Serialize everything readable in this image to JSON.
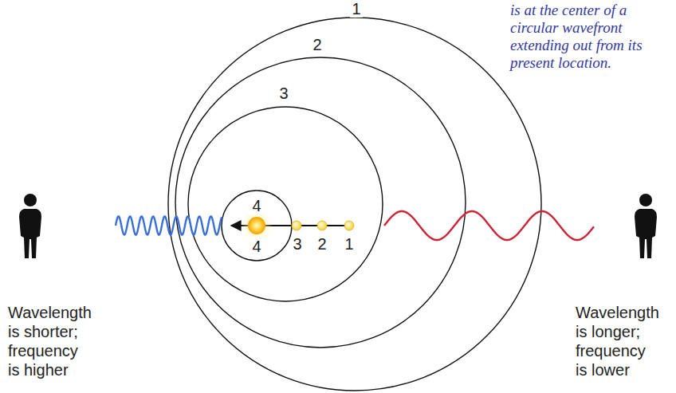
{
  "diagram": {
    "labels": [
      "is at the center of a circular wavefront extending out from its present location.",
      "1",
      "2",
      "3",
      "4",
      "4",
      "3",
      "2",
      "1",
      "Wavelength is shorter; frequency is higher",
      "Wavelength is longer; frequency is lower"
    ]
  }
}
